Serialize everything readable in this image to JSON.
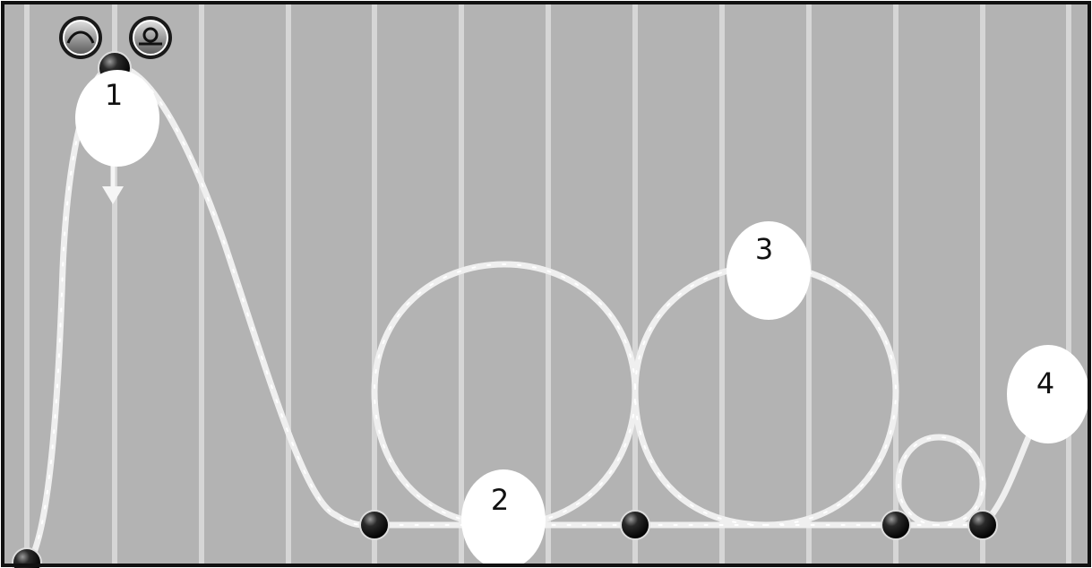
{
  "scene": {
    "name": "roller-coaster-track-editor",
    "background_color": "#b3b3b3",
    "stripe_color": "#d6d6d6",
    "track_color": "#f2f2f2",
    "frame_color": "#111111"
  },
  "toolbar": {
    "tools": [
      {
        "name": "hill-tool-button",
        "icon": "hill-curve-icon"
      },
      {
        "name": "loop-tool-button",
        "icon": "loop-icon"
      }
    ]
  },
  "callouts": {
    "one": "1",
    "two": "2",
    "three": "3",
    "four": "4"
  },
  "markers": {
    "start_arrow_icon": "down-arrow-icon",
    "node_icon": "track-node-ball-icon"
  }
}
